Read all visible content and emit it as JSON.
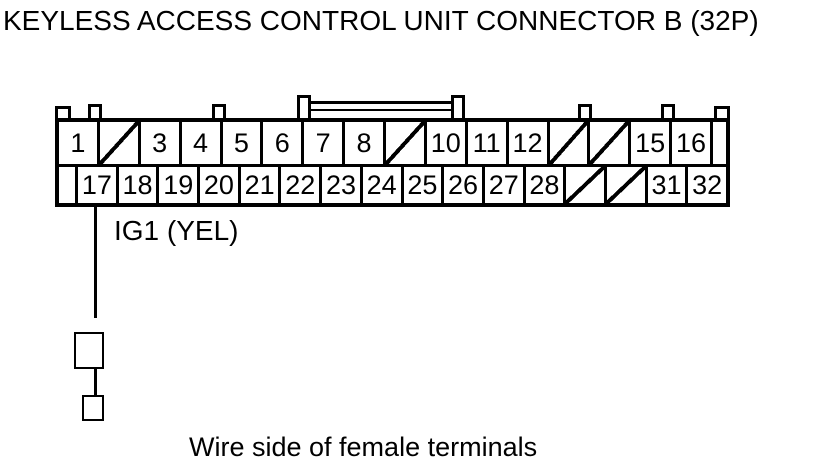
{
  "title": "KEYLESS ACCESS CONTROL UNIT CONNECTOR B (32P)",
  "caption": "Wire side of female terminals",
  "wire": {
    "label": "IG1 (YEL)",
    "pin": "17"
  },
  "colors": {
    "line": "#000000",
    "background": "#ffffff"
  },
  "connector": {
    "designation": "B",
    "pin_count": "32P",
    "top_row": [
      {
        "type": "pin",
        "label": "1"
      },
      {
        "type": "blocked",
        "label": ""
      },
      {
        "type": "pin",
        "label": "3"
      },
      {
        "type": "pin",
        "label": "4"
      },
      {
        "type": "pin",
        "label": "5"
      },
      {
        "type": "pin",
        "label": "6"
      },
      {
        "type": "pin",
        "label": "7"
      },
      {
        "type": "pin",
        "label": "8"
      },
      {
        "type": "blocked",
        "label": ""
      },
      {
        "type": "pin",
        "label": "10"
      },
      {
        "type": "pin",
        "label": "11"
      },
      {
        "type": "pin",
        "label": "12"
      },
      {
        "type": "blocked",
        "label": ""
      },
      {
        "type": "blocked",
        "label": ""
      },
      {
        "type": "pin",
        "label": "15"
      },
      {
        "type": "pin",
        "label": "16"
      },
      {
        "type": "spacer",
        "label": ""
      }
    ],
    "bottom_row": [
      {
        "type": "spacer",
        "label": ""
      },
      {
        "type": "pin",
        "label": "17"
      },
      {
        "type": "pin",
        "label": "18"
      },
      {
        "type": "pin",
        "label": "19"
      },
      {
        "type": "pin",
        "label": "20"
      },
      {
        "type": "pin",
        "label": "21"
      },
      {
        "type": "pin",
        "label": "22"
      },
      {
        "type": "pin",
        "label": "23"
      },
      {
        "type": "pin",
        "label": "24"
      },
      {
        "type": "pin",
        "label": "25"
      },
      {
        "type": "pin",
        "label": "26"
      },
      {
        "type": "pin",
        "label": "27"
      },
      {
        "type": "pin",
        "label": "28"
      },
      {
        "type": "blocked",
        "label": ""
      },
      {
        "type": "blocked",
        "label": ""
      },
      {
        "type": "pin",
        "label": "31"
      },
      {
        "type": "pin",
        "label": "32"
      }
    ]
  }
}
